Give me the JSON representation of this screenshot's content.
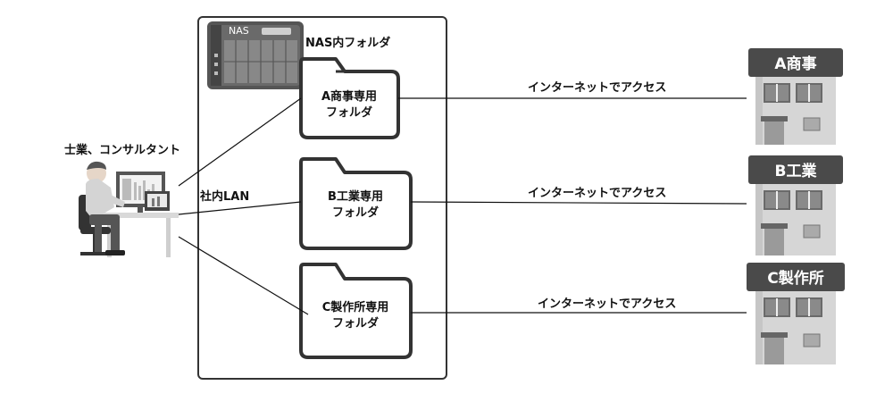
{
  "person_label": "士業、コンサルタント",
  "lan_label": "社内LAN",
  "nas": {
    "device_label": "NAS",
    "container_label": "NAS内フォルダ"
  },
  "folders": [
    {
      "line1": "A商事専用",
      "line2": "フォルダ"
    },
    {
      "line1": "B工業専用",
      "line2": "フォルダ"
    },
    {
      "line1": "C製作所専用",
      "line2": "フォルダ"
    }
  ],
  "connections": [
    {
      "label": "インターネットでアクセス"
    },
    {
      "label": "インターネットでアクセス"
    },
    {
      "label": "インターネットでアクセス"
    }
  ],
  "companies": [
    {
      "name": "A商事"
    },
    {
      "name": "B工業"
    },
    {
      "name": "C製作所"
    }
  ],
  "colors": {
    "line": "#111111",
    "building_wall": "#d6d6d6",
    "building_sign": "#4a4a4a",
    "folder_stroke": "#333333"
  }
}
